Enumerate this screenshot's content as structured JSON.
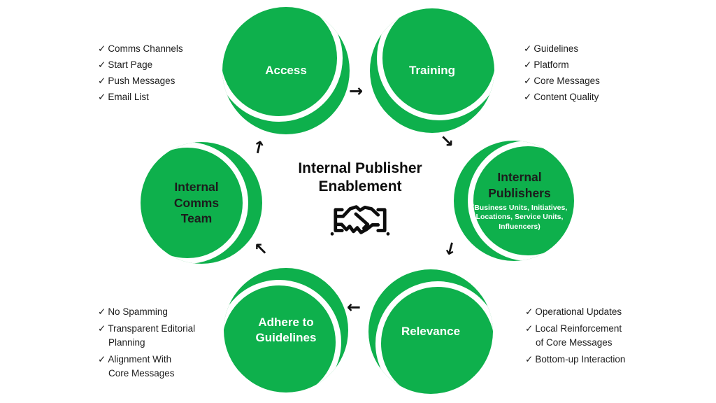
{
  "title": {
    "line1": "Internal Publisher",
    "line2": "Enablement"
  },
  "colors": {
    "circle_green": "#0eb04c",
    "text_dark": "#1d1d1d",
    "circle_text_white": "#ffffff"
  },
  "checkmark": "✓",
  "circles": [
    {
      "id": "access",
      "label": "Access"
    },
    {
      "id": "training",
      "label": "Training"
    },
    {
      "id": "publishers",
      "label": "Internal Publishers",
      "sublabel": "(Business Units, Initiatives,\nLocations, Service Units,\nInfluencers)"
    },
    {
      "id": "relevance",
      "label": "Relevance"
    },
    {
      "id": "adhere",
      "label": "Adhere to Guidelines"
    },
    {
      "id": "comms",
      "label": "Internal Comms Team"
    }
  ],
  "lists": {
    "top_left": [
      "Comms Channels",
      "Start Page",
      "Push Messages",
      "Email List"
    ],
    "top_right": [
      "Guidelines",
      "Platform",
      "Core Messages",
      "Content Quality"
    ],
    "bottom_left": [
      "No Spamming",
      "Transparent Editorial\nPlanning",
      "Alignment With\nCore Messages"
    ],
    "bottom_right": [
      "Operational Updates",
      "Local Reinforcement\nof Core Messages",
      "Bottom-up Interaction"
    ]
  },
  "arrows": [
    "→",
    "↘",
    "↓",
    "←",
    "↖",
    "↑"
  ]
}
